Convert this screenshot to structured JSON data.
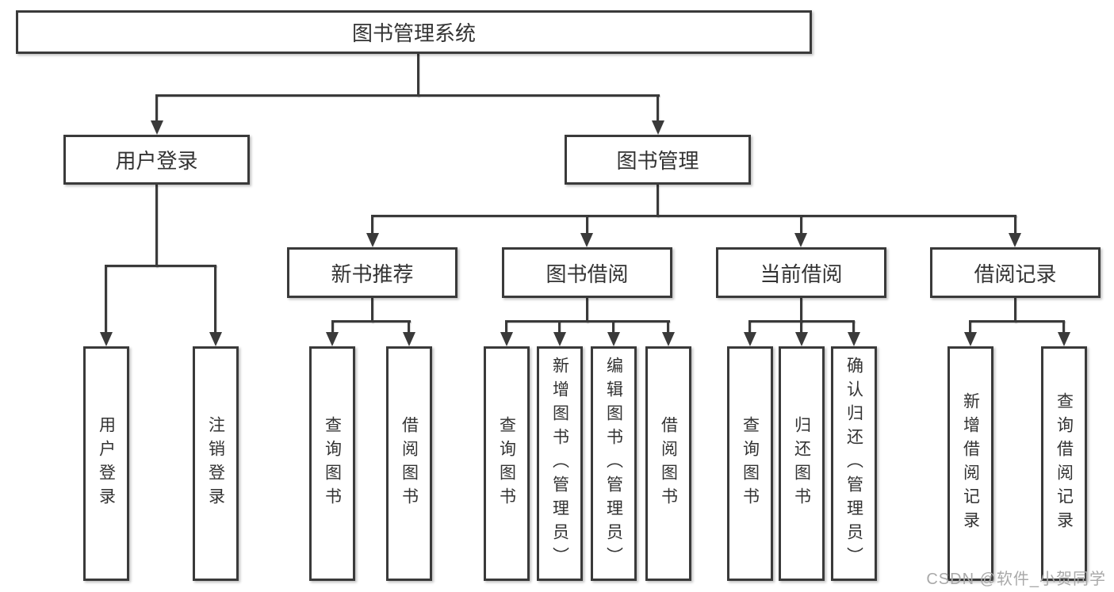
{
  "diagram": {
    "root_label": "图书管理系统",
    "user_login": {
      "label": "用户登录",
      "children": [
        "用户登录",
        "注销登录"
      ]
    },
    "book_management": {
      "label": "图书管理",
      "sections": [
        {
          "label": "新书推荐",
          "children": [
            "查询图书",
            "借阅图书"
          ]
        },
        {
          "label": "图书借阅",
          "children": [
            "查询图书",
            "新增图书（管理员）",
            "编辑图书（管理员）",
            "借阅图书"
          ]
        },
        {
          "label": "当前借阅",
          "children": [
            "查询图书",
            "归还图书",
            "确认归还（管理员）"
          ]
        },
        {
          "label": "借阅记录",
          "children": [
            "新增借阅记录",
            "查询借阅记录"
          ]
        }
      ]
    }
  },
  "watermark": {
    "text": "CSDN @软件_小贺同学"
  },
  "colors": {
    "line": "#3a3a3a",
    "text": "#333333",
    "watermark": "#a9a9a9",
    "background": "#ffffff"
  }
}
